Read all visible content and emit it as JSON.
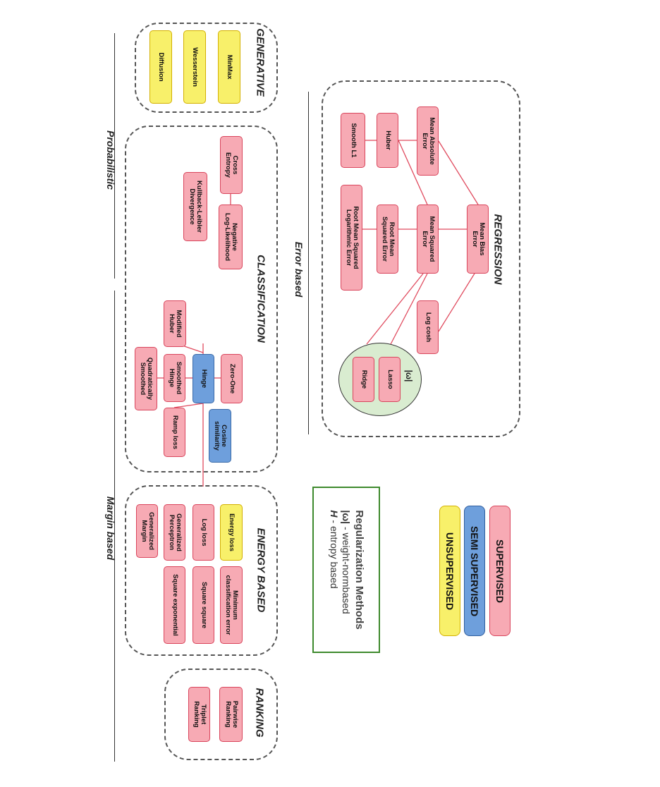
{
  "axis_labels": {
    "probabilistic": "Probabilistic",
    "margin_based": "Margin based",
    "error_based": "Error based"
  },
  "groups": {
    "generative": "GENERATIVE",
    "classification": "CLASSIFICATION",
    "energy_based": "ENERGY BASED",
    "ranking": "RANKING",
    "regression": "REGRESSION"
  },
  "nodes": {
    "minmax": "MinMax",
    "wesserstein": "Wesserstein",
    "diffusion": "Diffusion",
    "cross_entropy": "Cross\nEntropy",
    "kl_divergence": "Kullback-Leibler\nDivergence",
    "negative_log_likelihood": "Negative\nLog-Likelihood",
    "modified_huber": "Modified\nHuber",
    "quadratically_smoothed": "Quadratically\nSmoothed",
    "smoothed_hinge": "Smoothed\nHinge",
    "hinge": "Hinge",
    "zero_one": "Zero-One",
    "ramp_loss": "Ramp loss",
    "cosine_similarity": "Cosine\nsimilarity",
    "energy_loss": "Energy loss",
    "log_loss": "Log loss",
    "generalized_perceptron": "Generalized\nPerceptron",
    "generalized_margin": "Generalized\nMargin",
    "minimum_classification_error": "Minimum\nclassification error",
    "square_square": "Square square",
    "square_exponential": "Square exponential",
    "pairwise_ranking": "Pairwise\nRanking",
    "triplet_ranking": "Triplet\nRanking",
    "mean_absolute_error": "Mean Absolute\nError",
    "huber": "Huber",
    "smooth_l1": "Smooth L1",
    "mean_squared_error": "Mean Squared\nError",
    "root_mean_squared_error": "Root Mean\nSquared Error",
    "rmsle": "Root Mean Squared\nLogarithmic Error",
    "mean_bias_error": "Mean Bias\nError",
    "log_cosh": "Log cosh",
    "omega": "|ω|",
    "lasso": "Lasso",
    "ridge": "Ridge"
  },
  "regularization": {
    "title": "Regularization Methods",
    "line1_symbol": "|ω|",
    "line1_text": " - weight-normbased",
    "line2_symbol": "H",
    "line2_text": " - entropy based"
  },
  "legend": {
    "supervised": "SUPERVISED",
    "semi_supervised": "SEMI SUPERVISED",
    "unsupervised": "UNSUPERVISED"
  },
  "colors": {
    "supervised": "#f7aab4",
    "semi_supervised": "#6e9fdc",
    "unsupervised": "#f8f06a",
    "edge": "#e04a5e",
    "regularization_fill": "#d9ecd0",
    "regularization_border": "#3e8a2d"
  }
}
